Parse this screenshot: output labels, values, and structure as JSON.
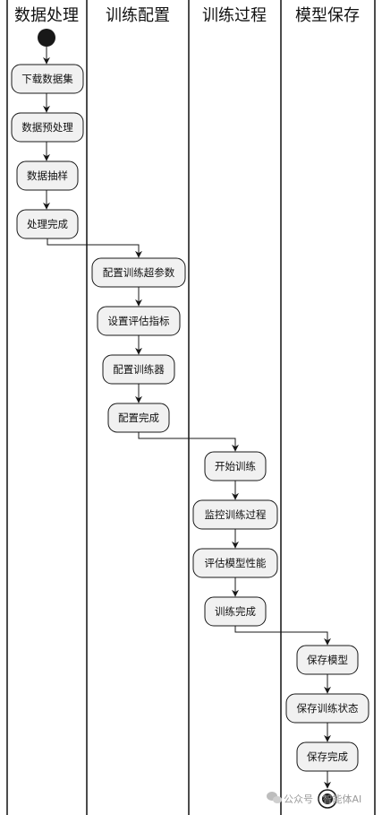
{
  "lanes": [
    {
      "title": "数据处理"
    },
    {
      "title": "训练配置"
    },
    {
      "title": "训练过程"
    },
    {
      "title": "模型保存"
    }
  ],
  "nodes": {
    "dp1": "下载数据集",
    "dp2": "数据预处理",
    "dp3": "数据抽样",
    "dp4": "处理完成",
    "tc1": "配置训练超参数",
    "tc2": "设置评估指标",
    "tc3": "配置训练器",
    "tc4": "配置完成",
    "tp1": "开始训练",
    "tp2": "监控训练过程",
    "tp3": "评估模型性能",
    "tp4": "训练完成",
    "ms1": "保存模型",
    "ms2": "保存训练状态",
    "ms3": "保存完成"
  },
  "watermark": {
    "text": "公众号 · 智能体AI",
    "icon": "wechat-icon"
  }
}
